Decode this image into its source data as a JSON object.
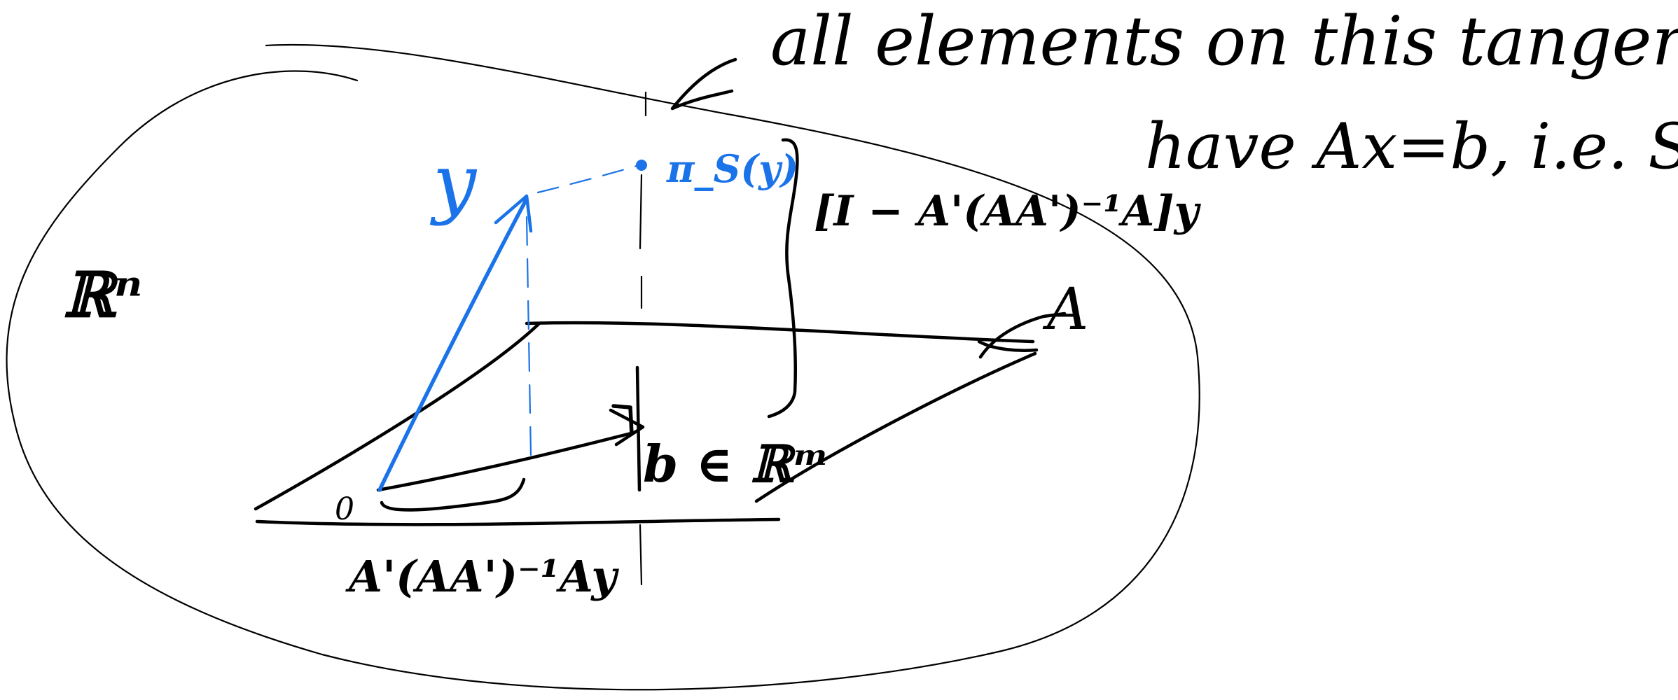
{
  "colors": {
    "ink_black": "#000000",
    "ink_blue": "#1a73e8",
    "background": "#ffffff"
  },
  "labels": {
    "space": "ℝⁿ",
    "vector_y": "y",
    "projection": "π_S(y)",
    "orthogonal_component": "[I − A'(AA')⁻¹A]y",
    "row_space_component": "A'(AA')⁻¹Ay",
    "operator": "A",
    "target": "b ∈ ℝᵐ",
    "origin": "0"
  },
  "note": {
    "line1": "all elements on this tangent space",
    "line2": "have Ax=b, i.e. S"
  }
}
